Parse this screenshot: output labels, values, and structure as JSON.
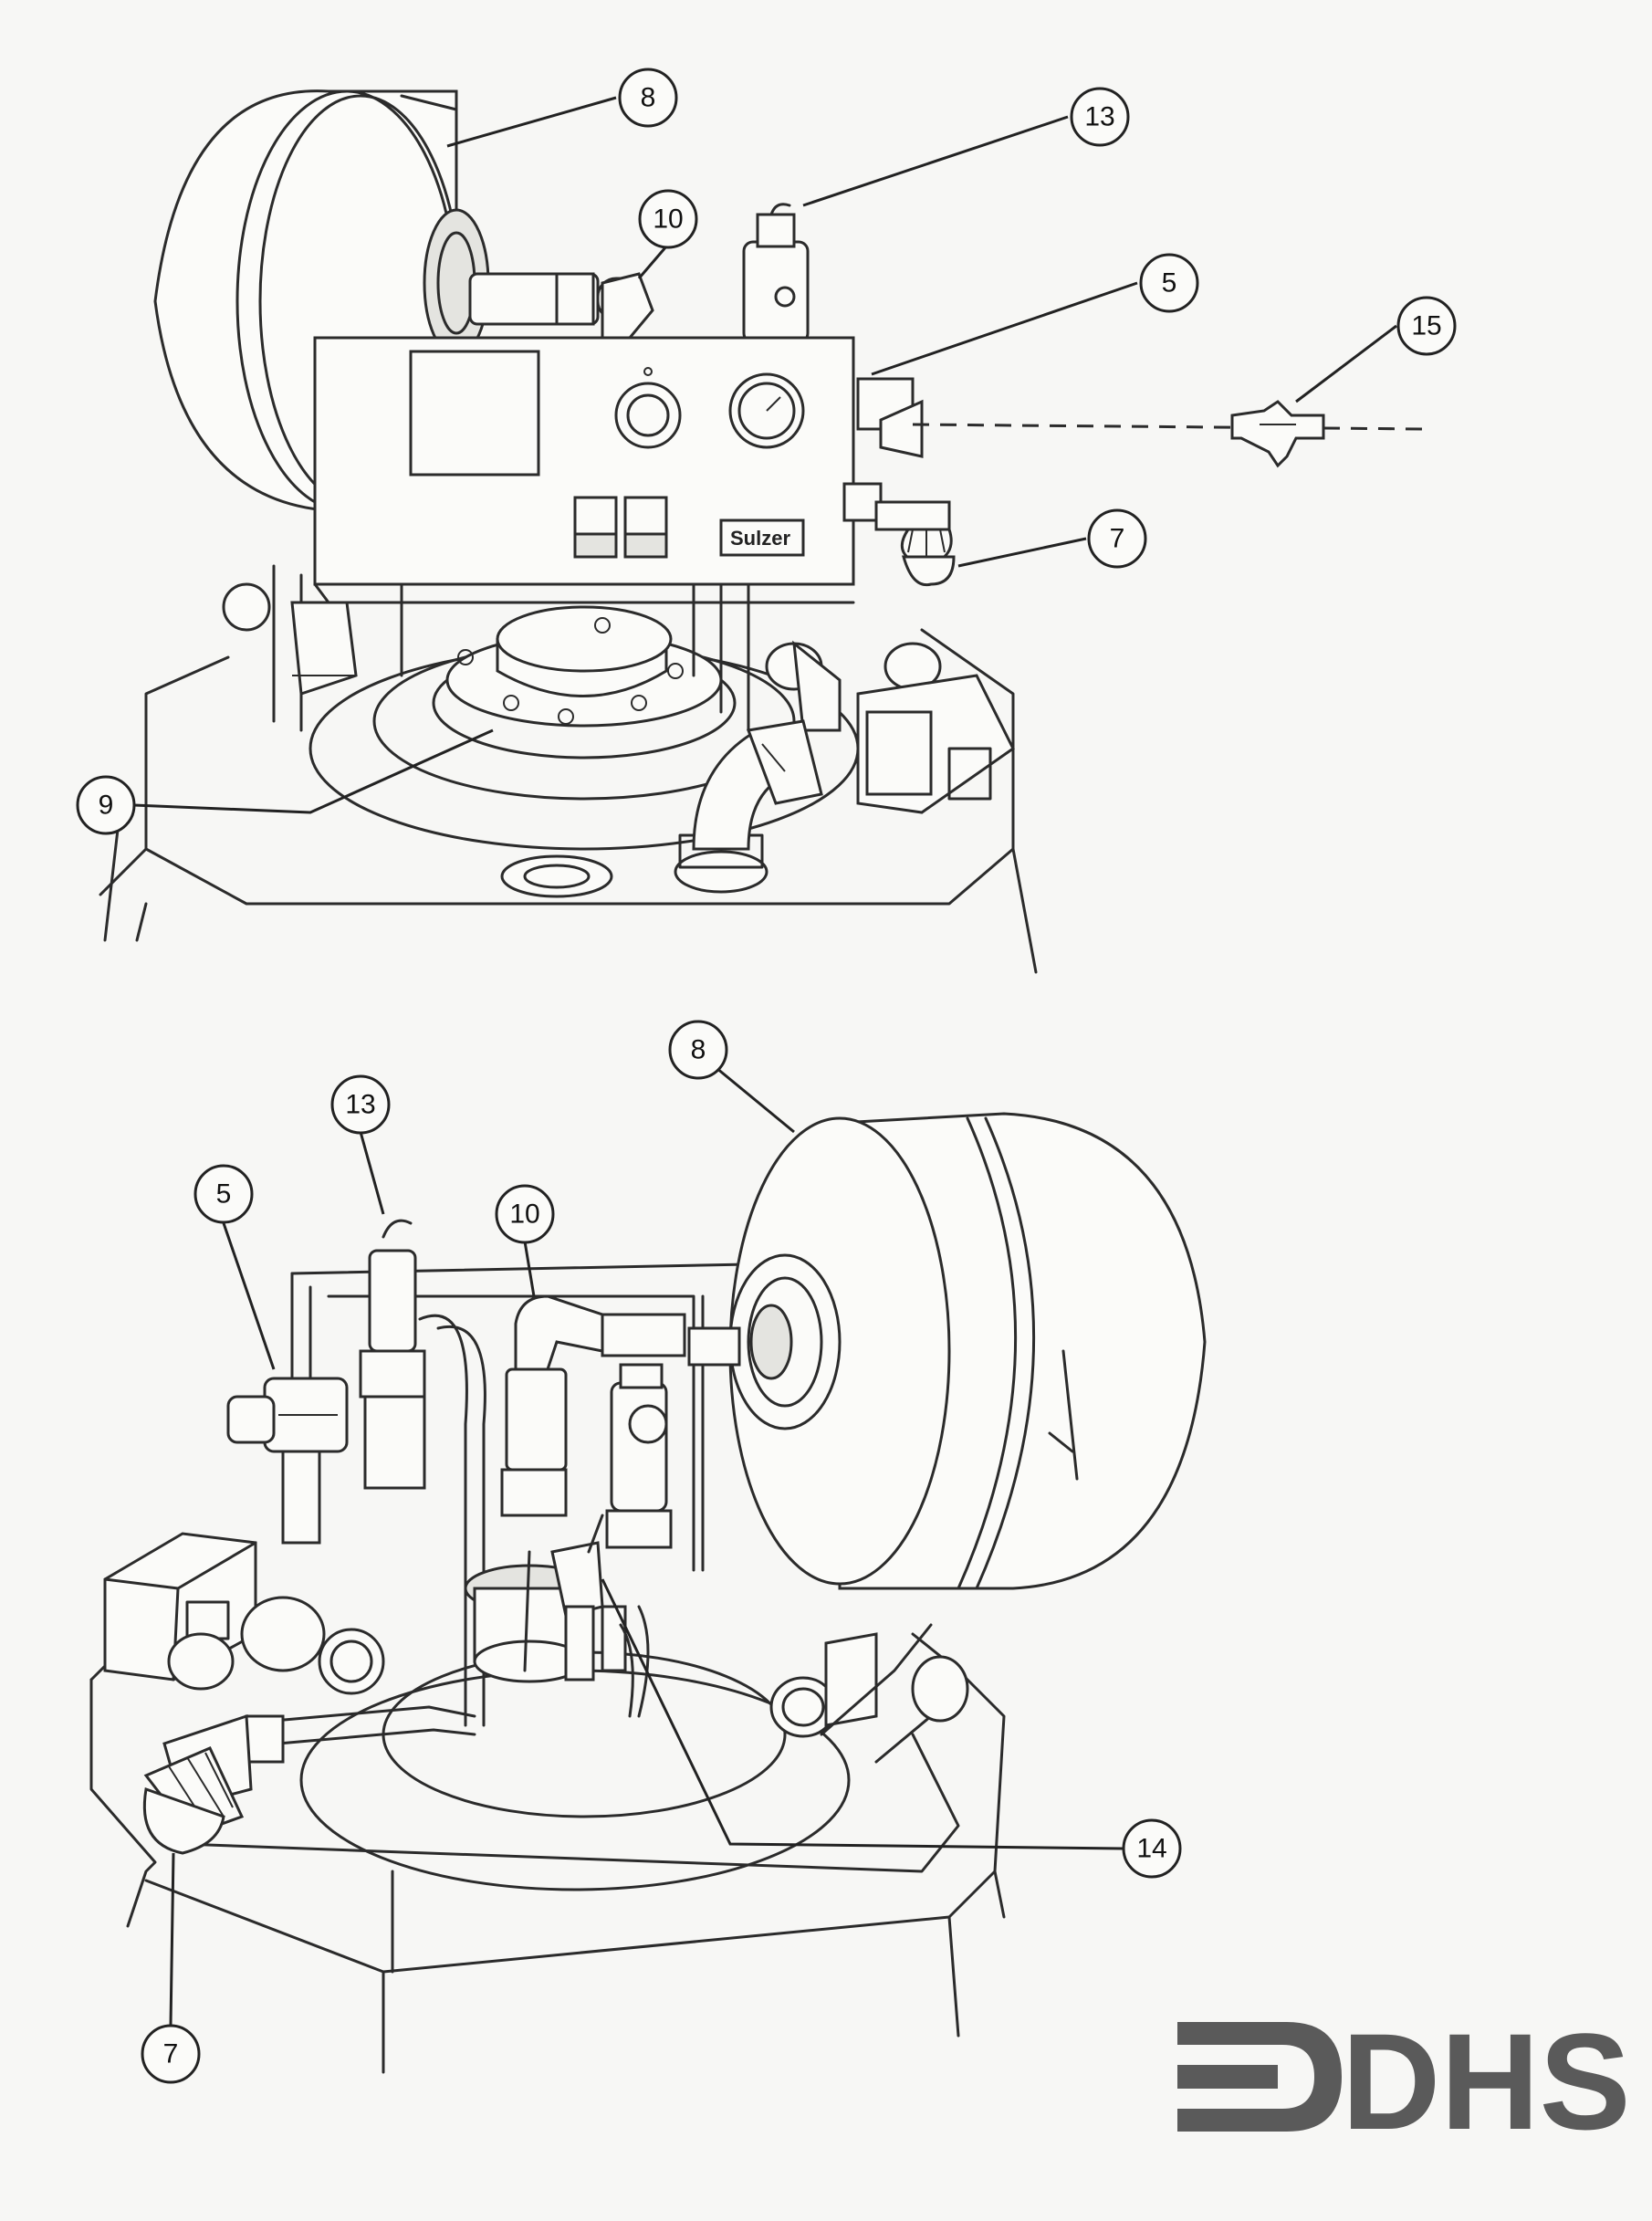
{
  "top_view": {
    "callouts": [
      {
        "id": "c-top-8",
        "label": "8"
      },
      {
        "id": "c-top-13",
        "label": "13"
      },
      {
        "id": "c-top-10",
        "label": "10"
      },
      {
        "id": "c-top-5",
        "label": "5"
      },
      {
        "id": "c-top-15",
        "label": "15"
      },
      {
        "id": "c-top-7",
        "label": "7"
      },
      {
        "id": "c-top-9",
        "label": "9"
      }
    ],
    "panel_brand": "Sulzer"
  },
  "bottom_view": {
    "callouts": [
      {
        "id": "c-bot-8",
        "label": "8"
      },
      {
        "id": "c-bot-13",
        "label": "13"
      },
      {
        "id": "c-bot-5",
        "label": "5"
      },
      {
        "id": "c-bot-10",
        "label": "10"
      },
      {
        "id": "c-bot-14",
        "label": "14"
      },
      {
        "id": "c-bot-7",
        "label": "7"
      }
    ]
  },
  "logo": {
    "text": "DHS",
    "color": "#5a5a5a"
  }
}
